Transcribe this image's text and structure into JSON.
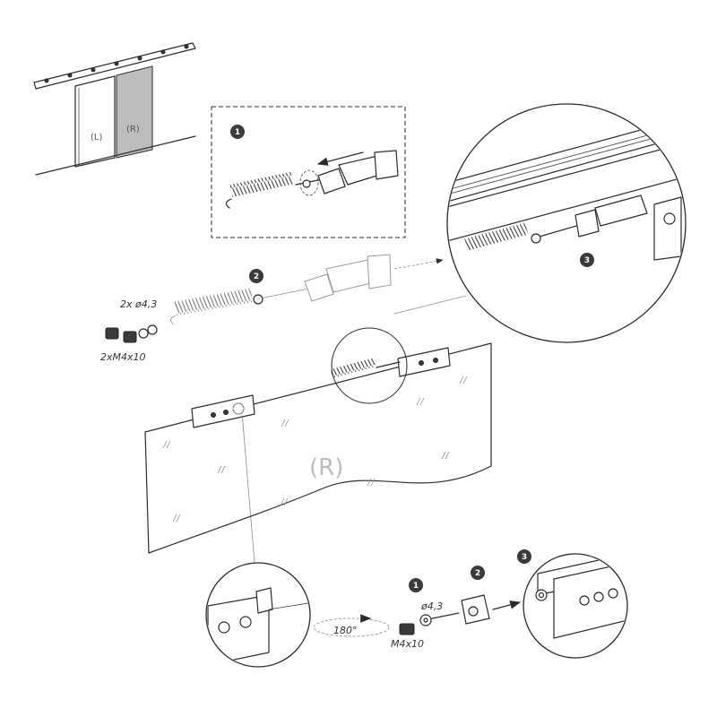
{
  "labels": {
    "door_left": "(L)",
    "door_right": "(R)",
    "panel": "(R)",
    "washer_top": "2x ø4,3",
    "screw_top": "2xM4x10",
    "washer_bottom": "ø4,3",
    "screw_bottom": "M4x10",
    "rotation": "180°"
  },
  "steps": {
    "upper_1": "1",
    "upper_2": "2",
    "upper_3": "3",
    "lower_1": "1",
    "lower_2": "2",
    "lower_3": "3"
  },
  "colors": {
    "line": "#2b2b2b",
    "badge": "#3a3a3a",
    "door_fill": "#bdbdbd",
    "panel_text": "#bbbbbb"
  }
}
